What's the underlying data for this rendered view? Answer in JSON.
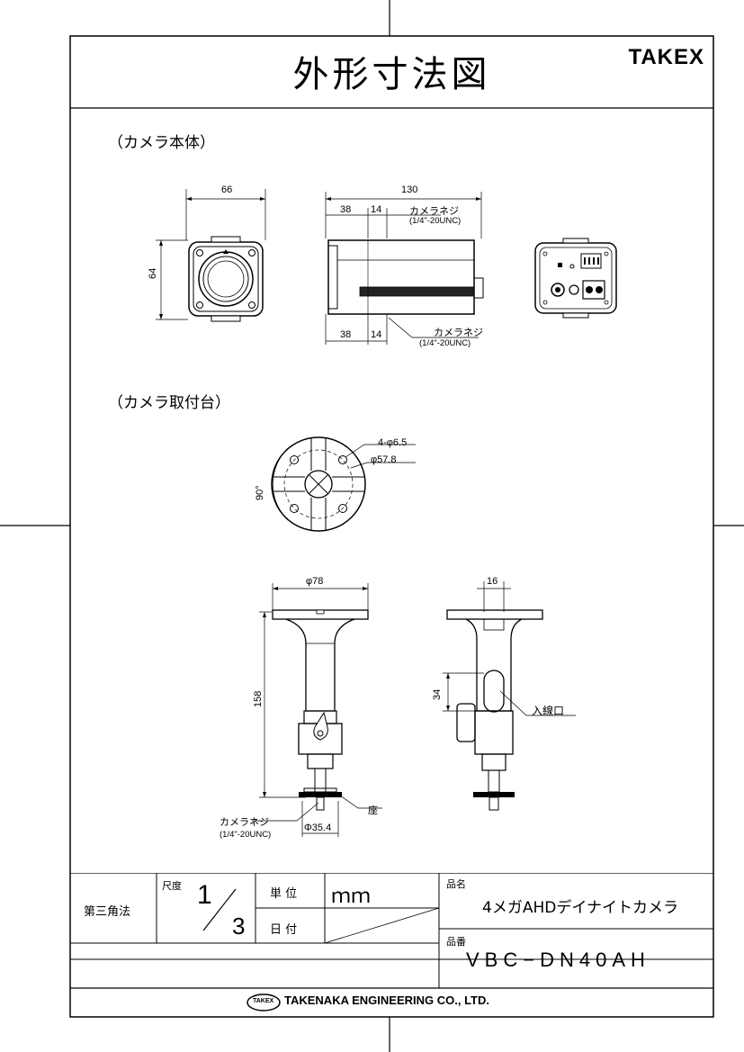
{
  "header": {
    "title": "外形寸法図",
    "brand": "TAKEX"
  },
  "sections": {
    "camera_body": "（カメラ本体）",
    "camera_mount": "（カメラ取付台）"
  },
  "dimensions": {
    "front_width": "66",
    "front_height": "64",
    "side_length": "130",
    "side_top_a": "38",
    "side_top_b": "14",
    "side_bottom_a": "38",
    "side_bottom_b": "14",
    "screw_top_label": "カメラネジ",
    "screw_top_spec": "(1/4\"-20UNC)",
    "screw_bottom_label": "カメラネジ",
    "screw_bottom_spec": "(1/4\"-20UNC)",
    "holes": "4-φ6.5",
    "pcd": "φ57.8",
    "angle": "90°",
    "base_diameter": "φ78",
    "mount_height": "158",
    "mount_screw_label": "カメラネジ",
    "mount_screw_spec": "(1/4\"-20UNC)",
    "seat_diameter": "Φ35.4",
    "seat_label": "座",
    "side_width": "16",
    "slot_height": "34",
    "cable_inlet": "入線口"
  },
  "title_block": {
    "projection": "第三角法",
    "scale_label": "尺度",
    "scale_num": "1",
    "scale_den": "3",
    "unit_label": "単 位",
    "unit_value": "ｍｍ",
    "date_label": "日 付",
    "product_name_label": "品名",
    "product_name": "4メガAHDデイナイトカメラ",
    "model_label": "品番",
    "model_number": "VBC−DN40AH",
    "company_logo": "TAKEX",
    "company": "TAKENAKA ENGINEERING CO., LTD."
  }
}
